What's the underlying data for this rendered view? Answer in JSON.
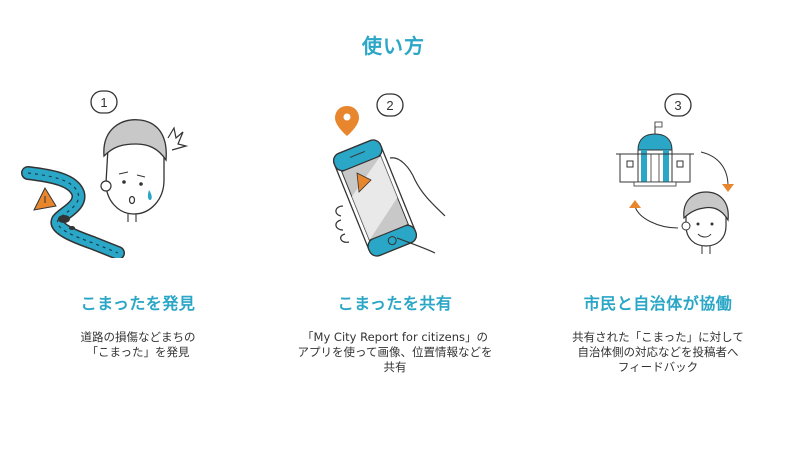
{
  "page": {
    "title": "使い方"
  },
  "colors": {
    "accent_blue": "#2aa6c6",
    "orange": "#e8862e",
    "gray": "#c8c8c8",
    "text": "#333333"
  },
  "steps": [
    {
      "number": "1",
      "icon": "person-discovering-road-damage-icon",
      "heading": "こまったを発見",
      "description_lines": [
        "道路の損傷などまちの",
        "「こまった」を発見"
      ]
    },
    {
      "number": "2",
      "icon": "hand-holding-smartphone-icon",
      "heading": "こまったを共有",
      "description_lines": [
        "「My City Report for citizens」の",
        "アプリを使って画像、位置情報などを",
        "共有"
      ]
    },
    {
      "number": "3",
      "icon": "city-hall-citizen-cycle-icon",
      "heading": "市民と自治体が協働",
      "description_lines": [
        "共有された「こまった」に対して",
        "自治体側の対応などを投稿者へ",
        "フィードバック"
      ]
    }
  ]
}
